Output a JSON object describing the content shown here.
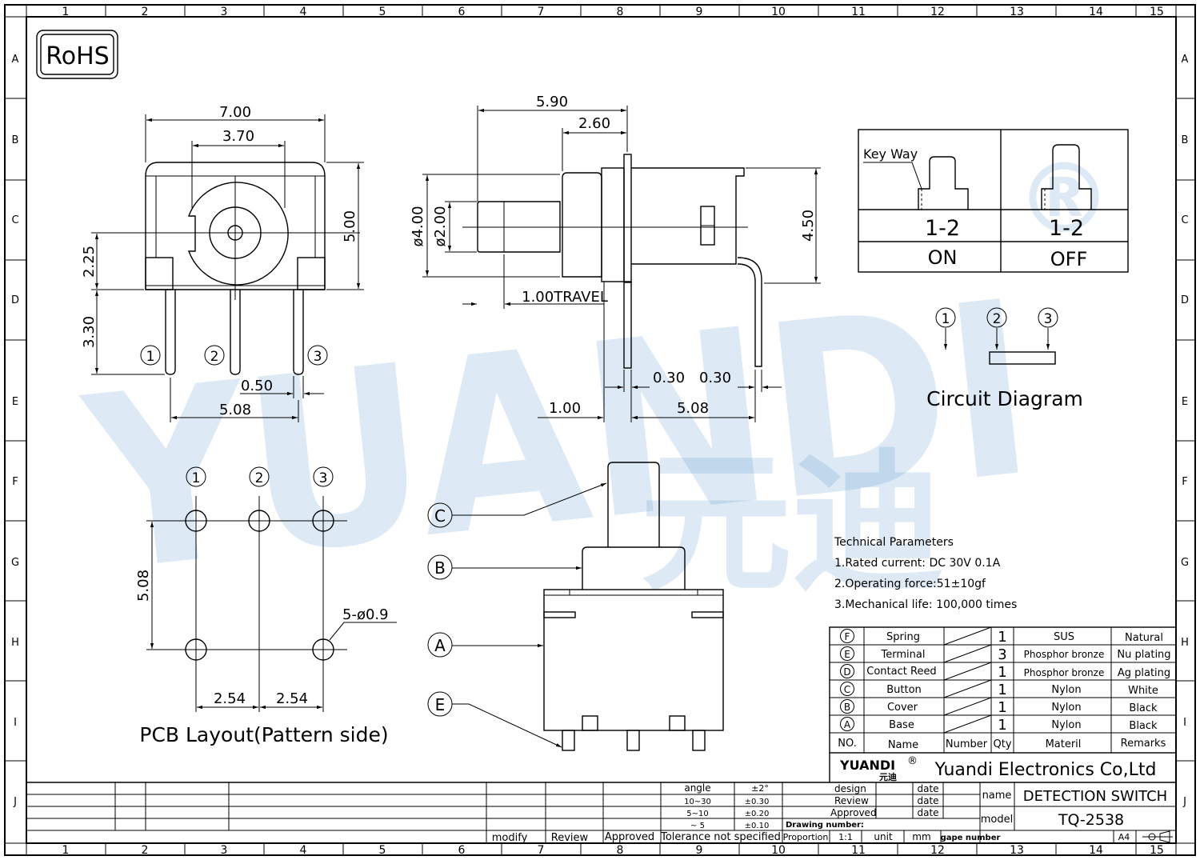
{
  "rohs": "RoHS",
  "watermark": {
    "latin": "YUANDI",
    "cjk": "元迪",
    "reg": "®"
  },
  "frame": {
    "cols": [
      "1",
      "2",
      "3",
      "4",
      "5",
      "6",
      "7",
      "8",
      "9",
      "10",
      "11",
      "12",
      "13",
      "14",
      "15"
    ],
    "rows": [
      "A",
      "B",
      "C",
      "D",
      "E",
      "F",
      "G",
      "H",
      "I",
      "J"
    ]
  },
  "front_view": {
    "dim_width": "7.00",
    "dim_center": "3.70",
    "dim_height": "5.00",
    "dim_pin_height": "2.25",
    "dim_pin_len": "3.30",
    "dim_pin_width": "0.50",
    "dim_pitch": "5.08",
    "pins": [
      "1",
      "2",
      "3"
    ]
  },
  "side_view": {
    "dim_total": "5.90",
    "dim_body": "2.60",
    "dim_dia_outer": "ø4.00",
    "dim_dia_inner": "ø2.00",
    "dim_height": "4.50",
    "travel": "1.00TRAVEL",
    "dim_pin_thk_a": "0.30",
    "dim_pin_thk_b": "0.30",
    "dim_offset": "1.00",
    "dim_pitch": "5.08"
  },
  "state_table": {
    "key_way": "Key Way",
    "contacts_left": "1-2",
    "contacts_right": "1-2",
    "state_left": "ON",
    "state_right": "OFF"
  },
  "circuit": {
    "pins": [
      "1",
      "2",
      "3"
    ],
    "label": "Circuit Diagram"
  },
  "pcb": {
    "pins": [
      "1",
      "2",
      "3"
    ],
    "dim_vertical": "5.08",
    "dim_pitch_a": "2.54",
    "dim_pitch_b": "2.54",
    "hole": "5-ø0.9",
    "label": "PCB Layout(Pattern side)"
  },
  "assembly": {
    "callouts": [
      "C",
      "B",
      "A",
      "E"
    ]
  },
  "technical": {
    "title": "Technical Parameters",
    "lines": [
      "1.Rated current: DC 30V 0.1A",
      "2.Operating force:51±10gf",
      "3.Mechanical life: 100,000 times"
    ]
  },
  "bom": {
    "rows": [
      {
        "id": "F",
        "name": "Spring",
        "qty": "1",
        "material": "SUS",
        "remarks": "Natural"
      },
      {
        "id": "E",
        "name": "Terminal",
        "qty": "3",
        "material": "Phosphor bronze",
        "remarks": "Nu plating"
      },
      {
        "id": "D",
        "name": "Contact Reed",
        "qty": "1",
        "material": "Phosphor bronze",
        "remarks": "Ag plating"
      },
      {
        "id": "C",
        "name": "Button",
        "qty": "1",
        "material": "Nylon",
        "remarks": "White"
      },
      {
        "id": "B",
        "name": "Cover",
        "qty": "1",
        "material": "Nylon",
        "remarks": "Black"
      },
      {
        "id": "A",
        "name": "Base",
        "qty": "1",
        "material": "Nylon",
        "remarks": "Black"
      }
    ],
    "headers": {
      "no": "NO.",
      "name": "Name",
      "number": "Number",
      "qty": "Qty",
      "material": "Materil",
      "remarks": "Remarks"
    }
  },
  "title_block": {
    "logo": "YUANDI",
    "logo_reg": "®",
    "logo_cjk": "元迪",
    "company": "Yuandi Electronics Co,Ltd",
    "design": "design",
    "review": "Review",
    "approved": "Approved",
    "date": "date",
    "name_label": "name",
    "name_value": "DETECTION SWITCH",
    "model_label": "model",
    "model_value": "TQ-2538",
    "drawing_number": "Drawing number:",
    "proportion": "Proportion",
    "scale": "1:1",
    "unit": "unit",
    "unit_value": "mm",
    "gape_number": "gape number",
    "sheet": "A4",
    "tol_header": "angle",
    "tol_header_val": "±2°",
    "tol_rows": [
      [
        "10~30",
        "±0.30"
      ],
      [
        "5~10",
        "±0.20"
      ],
      [
        "~ 5",
        "±0.10"
      ]
    ],
    "tol_footer": "Tolerance not specified",
    "modify": "modify",
    "review_col": "Review",
    "approved_col": "Approved"
  }
}
